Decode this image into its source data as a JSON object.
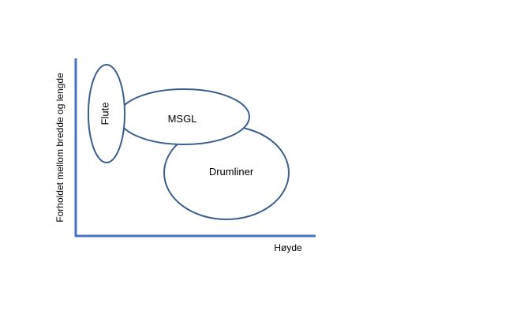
{
  "axes": {
    "x_label": "Høyde",
    "y_label": "Forholdet mellom bredde og lengde",
    "color": "#4472c4"
  },
  "regions": {
    "flute": {
      "label": "Flute"
    },
    "msgl": {
      "label": "MSGL"
    },
    "drumliner": {
      "label": "Drumliner"
    },
    "outline_color": "#3b5f8a"
  }
}
